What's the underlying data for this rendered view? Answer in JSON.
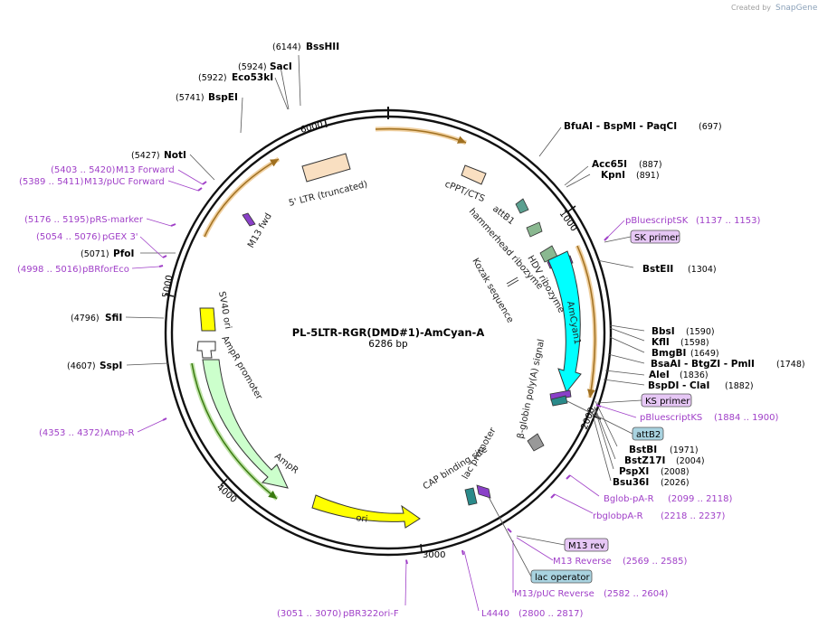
{
  "header": {
    "created_by": "Created by",
    "brand": "SnapGene"
  },
  "plasmid": {
    "name": "PL-5LTR-RGR(DMD#1)-AmCyan-A",
    "size_label": "6286 bp"
  },
  "ruler_ticks": [
    "1000",
    "2000",
    "3000",
    "4000",
    "5000",
    "6000"
  ],
  "sites_right": [
    {
      "name": "BfuAI   - BspMI   - PaqCI",
      "pos": "(697)"
    },
    {
      "name": "Acc65I",
      "pos": "(887)"
    },
    {
      "name": "KpnI",
      "pos": "(891)"
    },
    {
      "name": "BstEII",
      "pos": "(1304)"
    },
    {
      "name": "BbsI",
      "pos": "(1590)"
    },
    {
      "name": "KflI",
      "pos": "(1598)"
    },
    {
      "name": "BmgBI",
      "pos": "(1649)"
    },
    {
      "name": "BsaAI   - BtgZI   - PmlI",
      "pos": "(1748)"
    },
    {
      "name": "AleI",
      "pos": "(1836)"
    },
    {
      "name": "BspDI   - ClaI",
      "pos": "(1882)"
    },
    {
      "name": "BstBI",
      "pos": "(1971)"
    },
    {
      "name": "BstZ17I",
      "pos": "(2004)"
    },
    {
      "name": "PspXI",
      "pos": "(2008)"
    },
    {
      "name": "Bsu36I",
      "pos": "(2026)"
    }
  ],
  "sites_left": [
    {
      "name": "BssHII",
      "pos": "(6144)"
    },
    {
      "name": "SacI",
      "pos": "(5924)"
    },
    {
      "name": "Eco53kI",
      "pos": "(5922)"
    },
    {
      "name": "BspEI",
      "pos": "(5741)"
    },
    {
      "name": "NotI",
      "pos": "(5427)"
    },
    {
      "name": "PfoI",
      "pos": "(5071)"
    },
    {
      "name": "SfiI",
      "pos": "(4796)"
    },
    {
      "name": "SspI",
      "pos": "(4607)"
    }
  ],
  "primers_right": [
    {
      "name": "pBluescriptSK",
      "pos": "(1137 .. 1153)"
    },
    {
      "name": "pBluescriptKS",
      "pos": "(1884 .. 1900)"
    },
    {
      "name": "Bglob-pA-R",
      "pos": "(2099 .. 2118)"
    },
    {
      "name": "rbglobpA-R",
      "pos": "(2218 .. 2237)"
    },
    {
      "name": "M13 Reverse",
      "pos": "(2569 .. 2585)"
    },
    {
      "name": "M13/pUC Reverse",
      "pos": "(2582 .. 2604)"
    }
  ],
  "primers_left": [
    {
      "name": "M13 Forward",
      "pos": "(5403 .. 5420)"
    },
    {
      "name": "M13/pUC Forward",
      "pos": "(5389 .. 5411)"
    },
    {
      "name": "pRS-marker",
      "pos": "(5176 .. 5195)"
    },
    {
      "name": "pGEX 3'",
      "pos": "(5054 .. 5076)"
    },
    {
      "name": "pBRforEco",
      "pos": "(4998 .. 5016)"
    },
    {
      "name": "Amp-R",
      "pos": "(4353 .. 4372)"
    }
  ],
  "primers_bottom": [
    {
      "name": "pBR322ori-F",
      "pos": "(3051 .. 3070)"
    },
    {
      "name": "L4440",
      "pos": "(2800 .. 2817)"
    }
  ],
  "boxed_labels": {
    "sk_primer": "SK primer",
    "ks_primer": "KS primer",
    "attb2": "attB2",
    "m13_rev": "M13 rev",
    "lac_operator": "lac operator"
  },
  "features": {
    "ltr5": "5' LTR (truncated)",
    "cppt": "cPPT/CTS",
    "attb1": "attB1",
    "hammerhead": "hammerhead ribozyme",
    "hdv": "HDV ribozyme",
    "kozak": "Kozak sequence",
    "amcyan": "AmCyan1",
    "bglobin": "β-globin poly(A) signal",
    "cap": "CAP binding site",
    "lac": "lac promoter",
    "ori": "ori",
    "ampr": "AmpR",
    "ampr_promoter": "AmpR promoter",
    "sv40": "SV40 ori",
    "m13fwd": "M13 fwd"
  },
  "colors": {
    "backbone": "#000000",
    "ltr": "#f9dfc1",
    "amcyan": "#00ffff",
    "ori": "#ffff00",
    "ampr": "#ccffcc",
    "primer": "#a040c8",
    "boxed_primer_fill": "#e6c7f5",
    "boxed_att_fill": "#a9d3e0",
    "orange_arrow": "#e8a040"
  }
}
